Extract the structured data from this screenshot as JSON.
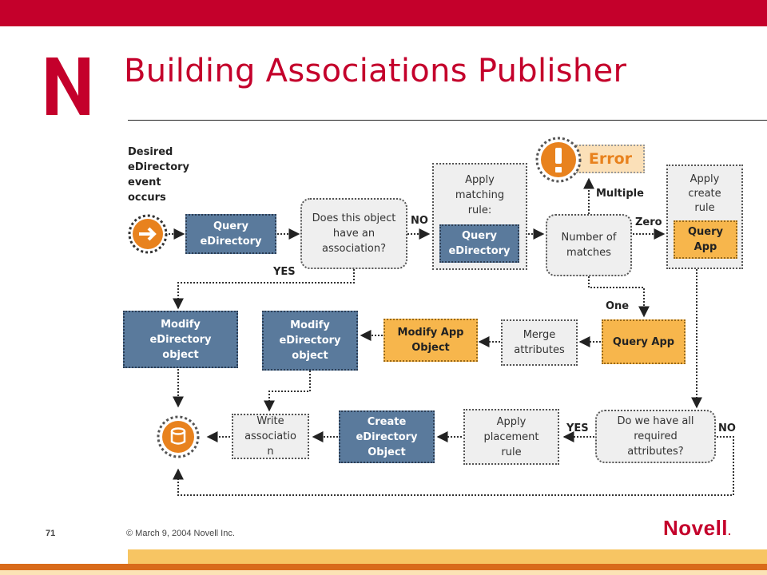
{
  "slide": {
    "title": "Building Associations Publisher",
    "footer_page": "71",
    "footer_copyright": "© March 9, 2004 Novell Inc.",
    "brand": "Novell",
    "brand_mark": "."
  },
  "colors": {
    "brand_red": "#c4002b",
    "box_blue": "#5a7a9c",
    "box_orange": "#f7b64c",
    "box_grey": "#efefef",
    "accent_orange": "#e8821e"
  },
  "nodes": {
    "start_label": [
      "Desired",
      "eDirectory",
      "event",
      "occurs"
    ],
    "query_edir_1": "Query eDirectory",
    "has_association": "Does this object have an association?",
    "apply_matching_rule": "Apply matching rule:",
    "query_edir_2": "Query eDirectory",
    "error": "Error",
    "number_of_matches": "Number of matches",
    "apply_create_rule": "Apply create rule",
    "query_app_1": "Query App",
    "modify_edir_object_1": "Modify eDirectory object",
    "modify_edir_object_2": "Modify eDirectory object",
    "modify_app_object": "Modify App Object",
    "merge_attributes": "Merge attributes",
    "query_app_2": "Query App",
    "write_association": "Write associatio n",
    "create_edir_object": "Create eDirectory Object",
    "apply_placement_rule": "Apply placement rule",
    "have_all_attributes": "Do we have all required attributes?"
  },
  "edge_labels": {
    "no_1": "NO",
    "yes_1": "YES",
    "multiple": "Multiple",
    "zero": "Zero",
    "one": "One",
    "yes_2": "YES",
    "no_2": "NO"
  },
  "icons": {
    "start": "arrow-right-icon",
    "error": "exclamation-icon",
    "end": "database-icon"
  }
}
